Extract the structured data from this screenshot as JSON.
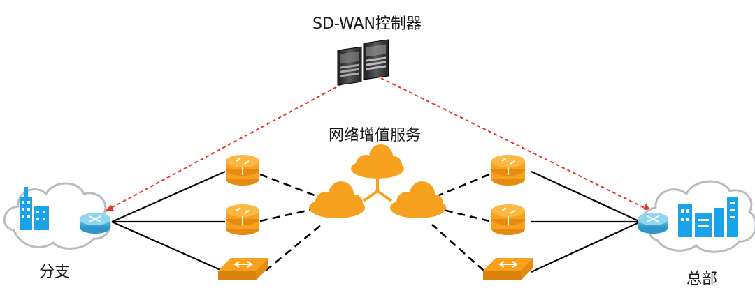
{
  "labels": {
    "controller": "SD-WAN控制器",
    "value_added": "网络增值服务",
    "branch": "分支",
    "hq": "总部"
  },
  "colors": {
    "orange": "#f7a21e",
    "orange_dark": "#e58c10",
    "router_blue": "#3aa8d8",
    "building_blue": "#1aa3e8",
    "control_link": "#e8332a",
    "link_black": "#000000"
  },
  "icons": {
    "controller": "server-icon",
    "edge": "router-icon",
    "core": "router-stack-icon",
    "switch": "switch-icon",
    "service": "cloud-icon",
    "site": "building-icon"
  }
}
